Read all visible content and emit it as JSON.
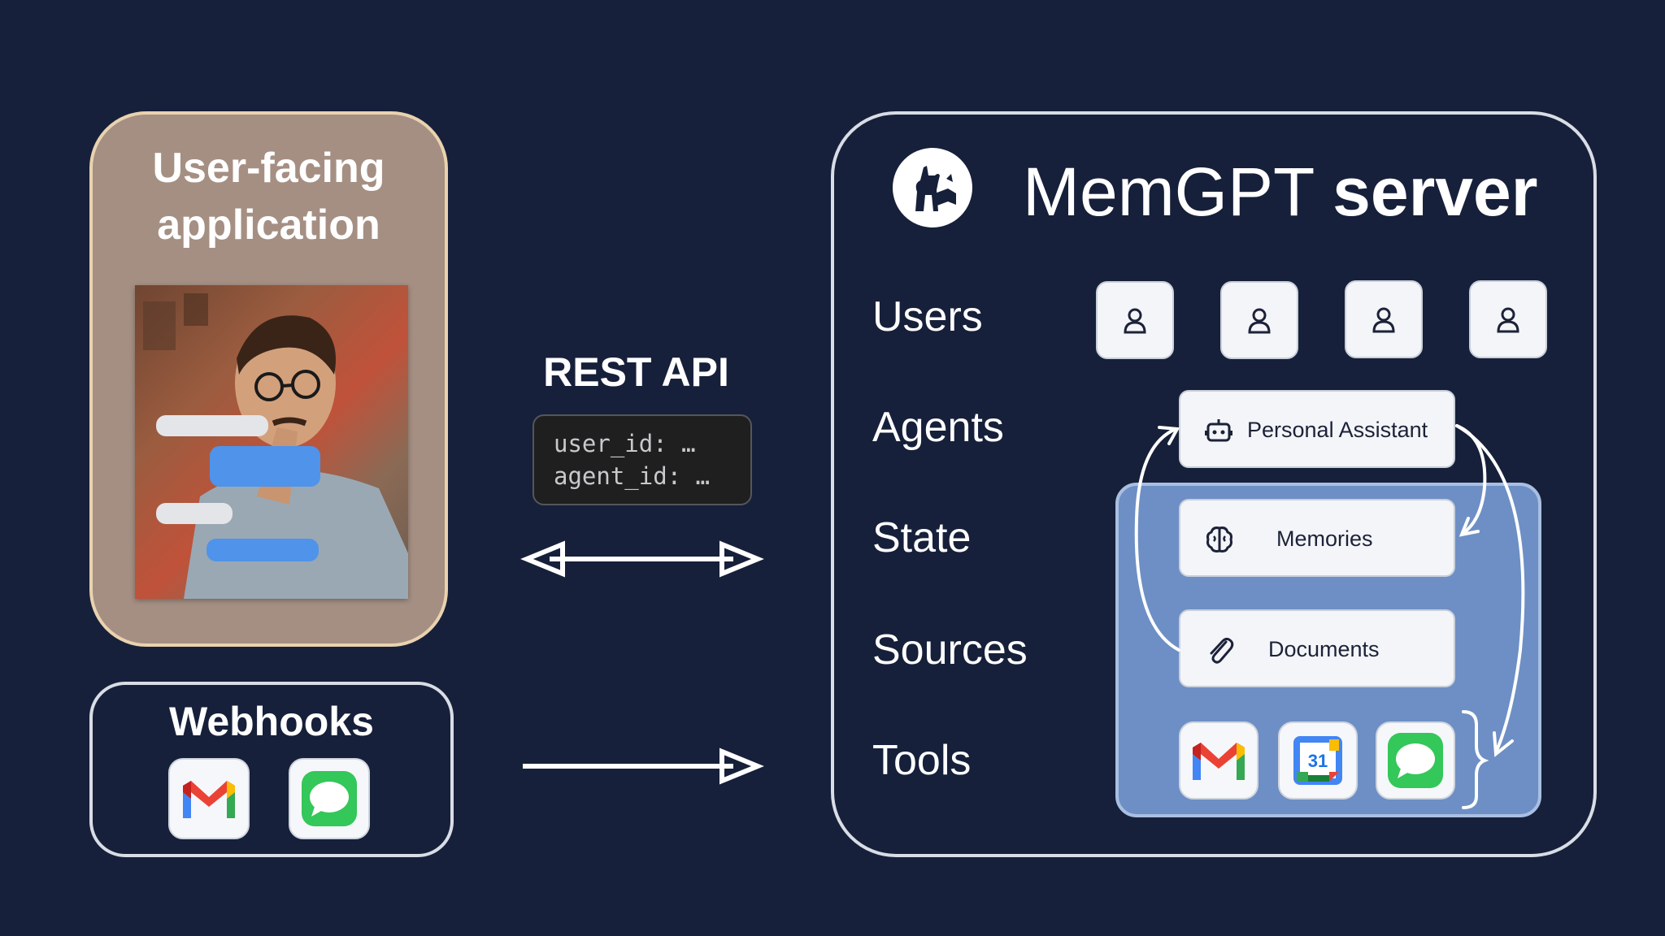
{
  "app": {
    "title_line1": "User-facing",
    "title_line2": "application"
  },
  "webhooks": {
    "title": "Webhooks",
    "icons": [
      "gmail-icon",
      "messages-icon"
    ]
  },
  "rest_api": {
    "title": "REST API",
    "code_line1": "user_id: …",
    "code_line2": "agent_id: …"
  },
  "server": {
    "title_light": "MemGPT",
    "title_bold": "server",
    "rows": {
      "users": "Users",
      "agents": "Agents",
      "state": "State",
      "sources": "Sources",
      "tools": "Tools"
    },
    "agent": "Personal Assistant",
    "state_item": "Memories",
    "source_item": "Documents",
    "calendar_day": "31",
    "tool_icons": [
      "gmail-icon",
      "calendar-icon",
      "messages-icon"
    ]
  },
  "colors": {
    "background": "#17203a",
    "app_card": "#a58f83",
    "app_border": "#e9d2ae",
    "panel": "#6d8fc5",
    "bubble_blue": "#4f93ea"
  }
}
